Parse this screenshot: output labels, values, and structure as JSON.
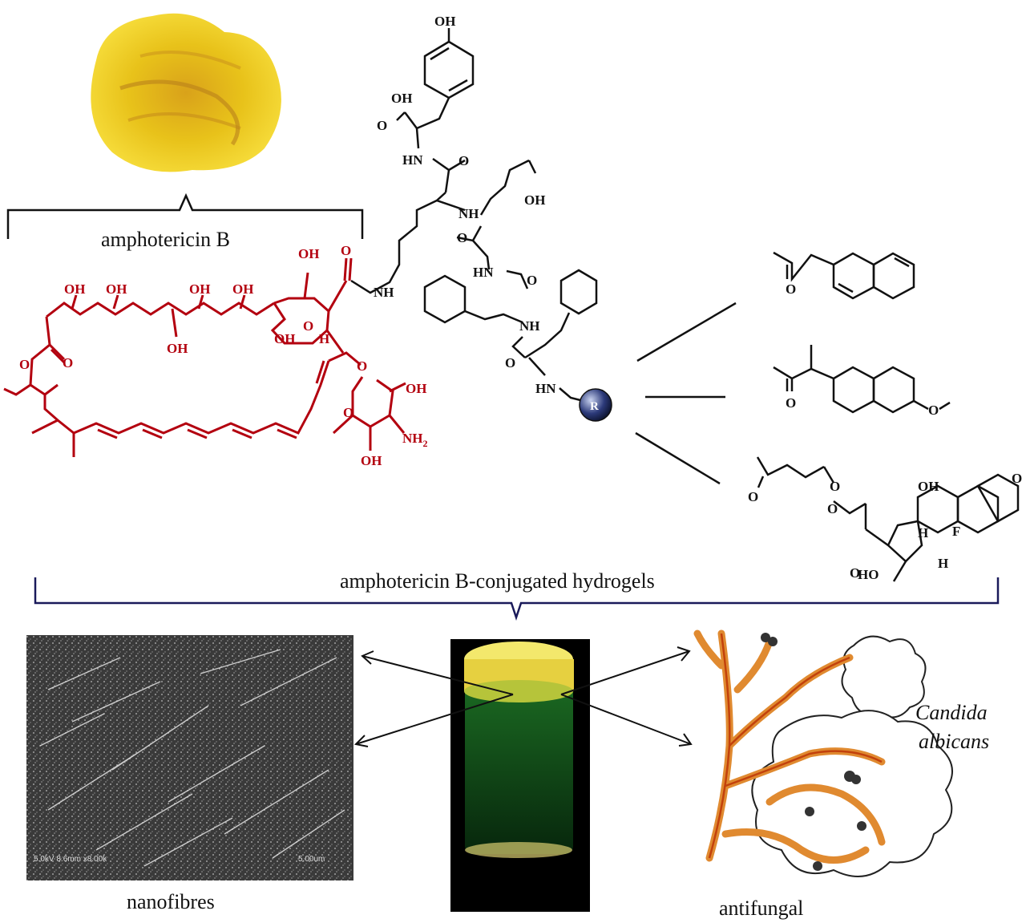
{
  "labels": {
    "powder": "amphotericin B",
    "hydrogels": "amphotericin B-conjugated hydrogels",
    "nanofibres": "nanofibres",
    "antifungal": "antifungal",
    "organism_line1": "Candida",
    "organism_line2": "albicans"
  },
  "sem_info": {
    "left": "5.0kV 8.6mm x8.00k",
    "right": "5.00um"
  },
  "chem": {
    "OH": "OH",
    "HO": "HO",
    "NH": "NH",
    "HN": "HN",
    "H": "H",
    "O": "O",
    "NH2": "NH",
    "NH2_sub": "2",
    "R": "R",
    "F": "F"
  },
  "colors": {
    "amphotericin": "#b3000f",
    "peptide": "#111111",
    "bracket_dark": "#1a1a5a",
    "powder": "#e8c21a",
    "gel_top": "#f0e45a",
    "gel_body": "#0c3a12",
    "hypha": "#e08a30"
  }
}
